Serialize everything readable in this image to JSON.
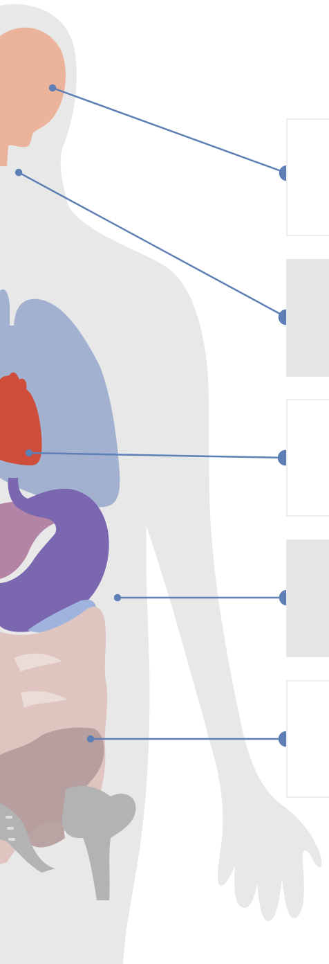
{
  "colors": {
    "body": "#e8e8e8",
    "brain": "#ebb39c",
    "lungs": "#a3b1d1",
    "heart": "#cf4d3b",
    "liver": "#b484a7",
    "stomach": "#7b66b0",
    "intestines": "#dfc4bf",
    "pelvis": "#b3b3b3",
    "leader_line": "#5d7fb5",
    "box_outline": "#ececec",
    "box_fill": "#e6e6e6"
  },
  "organs": [
    {
      "id": "brain",
      "icon": "brain-icon"
    },
    {
      "id": "throat",
      "icon": "throat-icon"
    },
    {
      "id": "heart",
      "icon": "heart-icon"
    },
    {
      "id": "stomach",
      "icon": "stomach-icon"
    },
    {
      "id": "pelvis",
      "icon": "pelvis-icon"
    }
  ],
  "label_boxes": [
    {
      "style": "outline",
      "text": ""
    },
    {
      "style": "filled",
      "text": ""
    },
    {
      "style": "outline",
      "text": ""
    },
    {
      "style": "filled",
      "text": ""
    },
    {
      "style": "outline",
      "text": ""
    }
  ]
}
